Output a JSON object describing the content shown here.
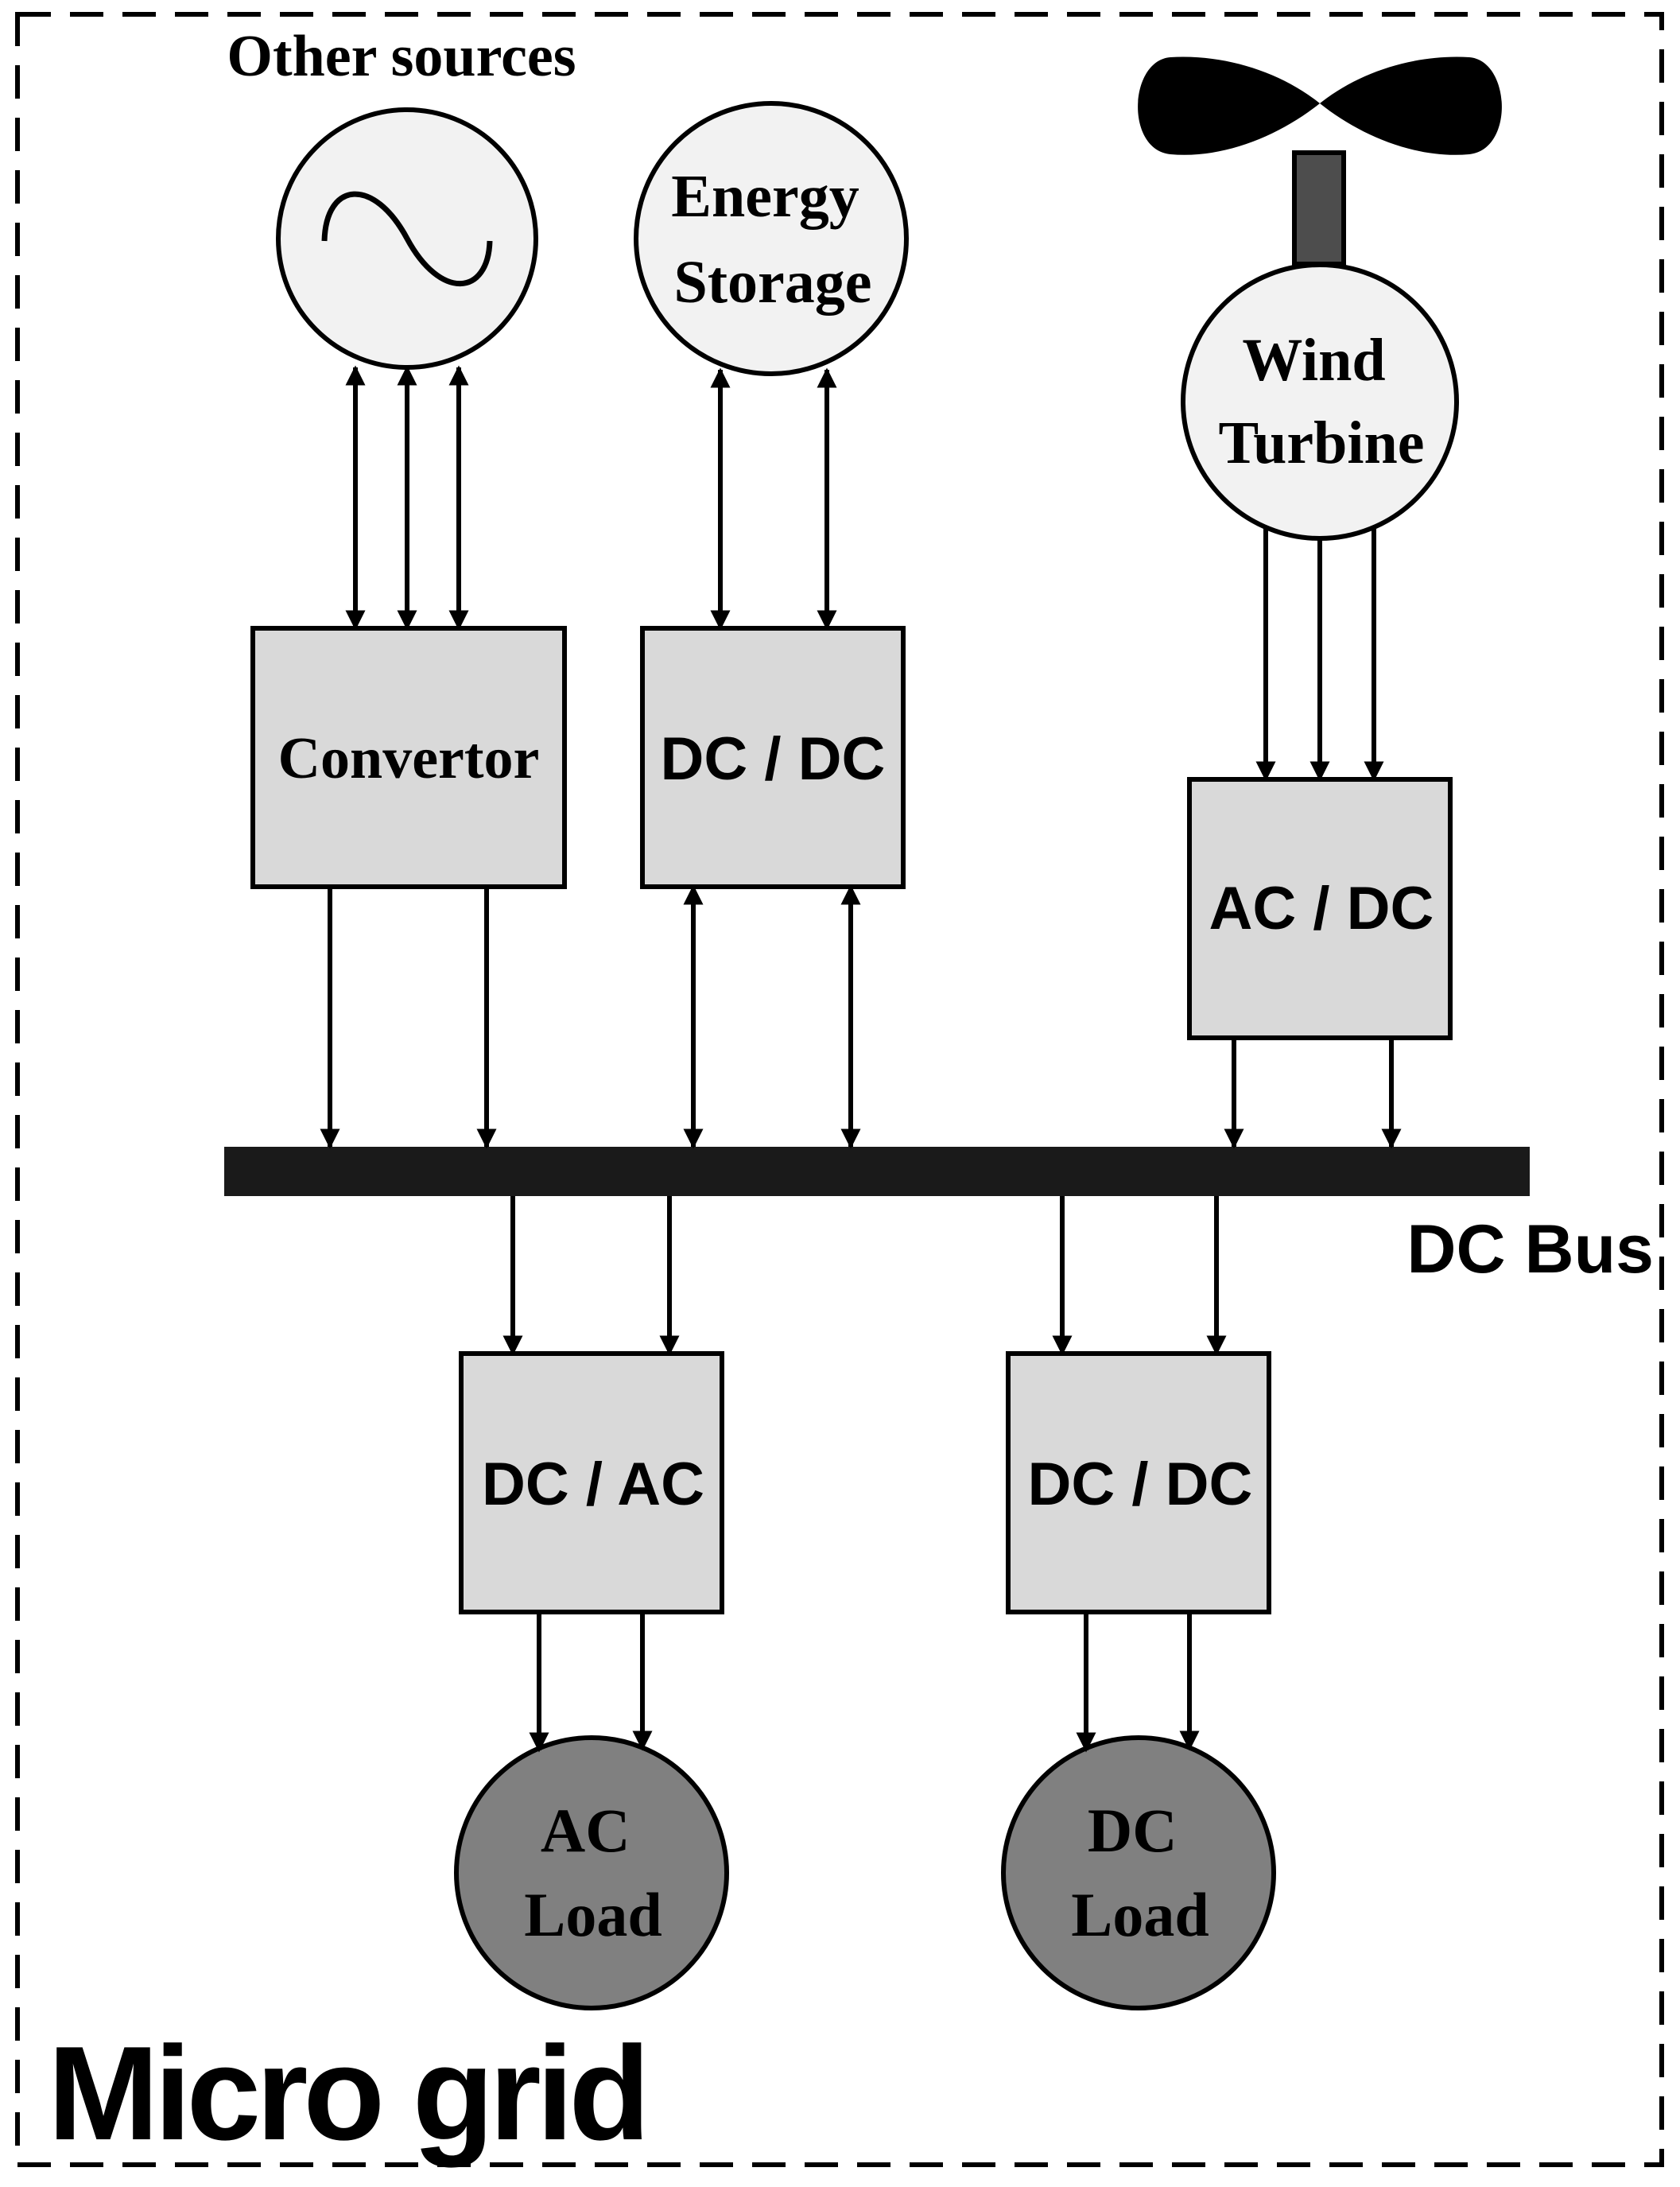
{
  "diagram": {
    "frame_label": "Micro grid",
    "bus_label": "DC Bus",
    "sources": {
      "other": {
        "label": "Other sources",
        "icon": "ac-sine-icon"
      },
      "storage": {
        "line1": "Energy",
        "line2": "Storage"
      },
      "wind": {
        "line1": "Wind",
        "line2": "Turbine",
        "icon": "wind-turbine-rotor-icon"
      }
    },
    "converters": {
      "other": "Convertor",
      "storage": "DC / DC",
      "wind": "AC / DC",
      "ac_load": "DC / AC",
      "dc_load": "DC / DC"
    },
    "loads": {
      "ac": {
        "line1": "AC",
        "line2": "Load"
      },
      "dc": {
        "line1": "DC",
        "line2": "Load"
      }
    },
    "colors": {
      "converter_fill": "#d9d9d9",
      "source_fill": "#f2f2f2",
      "load_fill": "#808080",
      "bus": "#1a1a1a",
      "line": "#000000"
    }
  }
}
